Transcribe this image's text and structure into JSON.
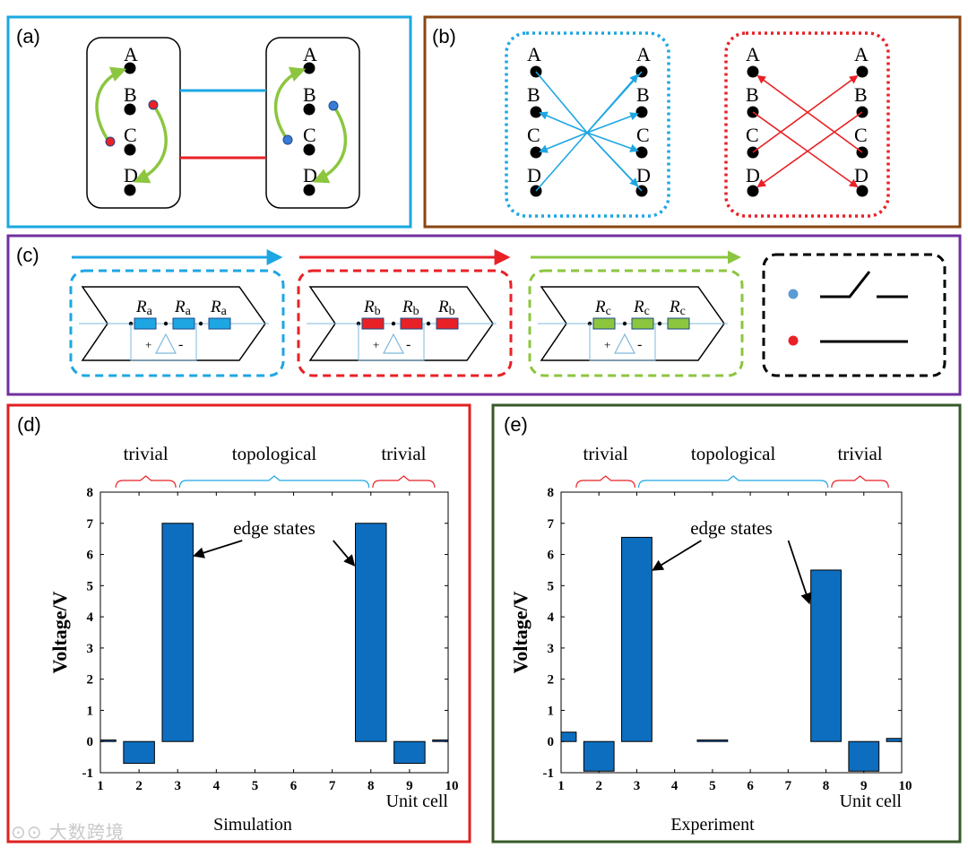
{
  "panels": {
    "a": {
      "tag": "(a)",
      "border": "#19a9e0"
    },
    "b": {
      "tag": "(b)",
      "border": "#8b4513"
    },
    "c": {
      "tag": "(c)",
      "border": "#7030a0"
    },
    "d": {
      "tag": "(d)",
      "border": "#e02020"
    },
    "e": {
      "tag": "(e)",
      "border": "#375a28"
    }
  },
  "nodes": [
    "A",
    "B",
    "C",
    "D"
  ],
  "colors": {
    "blue": "#1ea6e3",
    "red": "#e82127",
    "green": "#8cc63f",
    "bar": "#0d6ebf",
    "dark": "#000000"
  },
  "circuits": [
    {
      "color": "#1ea6e3",
      "resistors": [
        {
          "main": "R",
          "sub": "a"
        },
        {
          "main": "R",
          "sub": "a"
        },
        {
          "main": "R",
          "sub": "a"
        }
      ]
    },
    {
      "color": "#e82127",
      "resistors": [
        {
          "main": "R",
          "sub": "b"
        },
        {
          "main": "R",
          "sub": "b"
        },
        {
          "main": "R",
          "sub": "b"
        }
      ]
    },
    {
      "color": "#8cc63f",
      "resistors": [
        {
          "main": "R",
          "sub": "c"
        },
        {
          "main": "R",
          "sub": "c"
        },
        {
          "main": "R",
          "sub": "c"
        }
      ]
    }
  ],
  "opamp": {
    "plus": "+",
    "minus": "-"
  },
  "chart_data": [
    {
      "type": "bar",
      "title": "",
      "xlabel": "Unit cell",
      "ylabel": "Voltage/V",
      "caption": "Simulation",
      "x": [
        1,
        2,
        3,
        4,
        5,
        6,
        7,
        8,
        9,
        10
      ],
      "values": [
        0.05,
        -0.7,
        7.0,
        0.0,
        0.0,
        0.0,
        0.0,
        7.0,
        -0.7,
        0.05
      ],
      "xlim": [
        1,
        10
      ],
      "ylim": [
        -1,
        8
      ],
      "yticks": [
        -1,
        0,
        1,
        2,
        3,
        4,
        5,
        6,
        7,
        8
      ],
      "annotation": "edge states",
      "regions": [
        {
          "label": "trivial",
          "color": "#e82127",
          "from": 1.4,
          "to": 2.95
        },
        {
          "label": "topological",
          "color": "#1ea6e3",
          "from": 3.05,
          "to": 7.95
        },
        {
          "label": "trivial",
          "color": "#e82127",
          "from": 8.05,
          "to": 9.65
        }
      ]
    },
    {
      "type": "bar",
      "title": "",
      "xlabel": "Unit cell",
      "ylabel": "Voltage/V",
      "caption": "Experiment",
      "x": [
        1,
        2,
        3,
        4,
        5,
        6,
        7,
        8,
        9,
        10
      ],
      "values": [
        0.3,
        -0.95,
        6.55,
        0.0,
        0.05,
        0.0,
        0.0,
        5.5,
        -0.95,
        0.1
      ],
      "xlim": [
        1,
        10
      ],
      "ylim": [
        -1,
        8
      ],
      "yticks": [
        -1,
        0,
        1,
        2,
        3,
        4,
        5,
        6,
        7,
        8
      ],
      "annotation": "edge states",
      "regions": [
        {
          "label": "trivial",
          "color": "#e82127",
          "from": 1.4,
          "to": 2.95
        },
        {
          "label": "topological",
          "color": "#1ea6e3",
          "from": 3.05,
          "to": 8.05
        },
        {
          "label": "trivial",
          "color": "#e82127",
          "from": 8.15,
          "to": 9.65
        }
      ]
    }
  ],
  "watermark": "⊙⊙ 大数跨境"
}
